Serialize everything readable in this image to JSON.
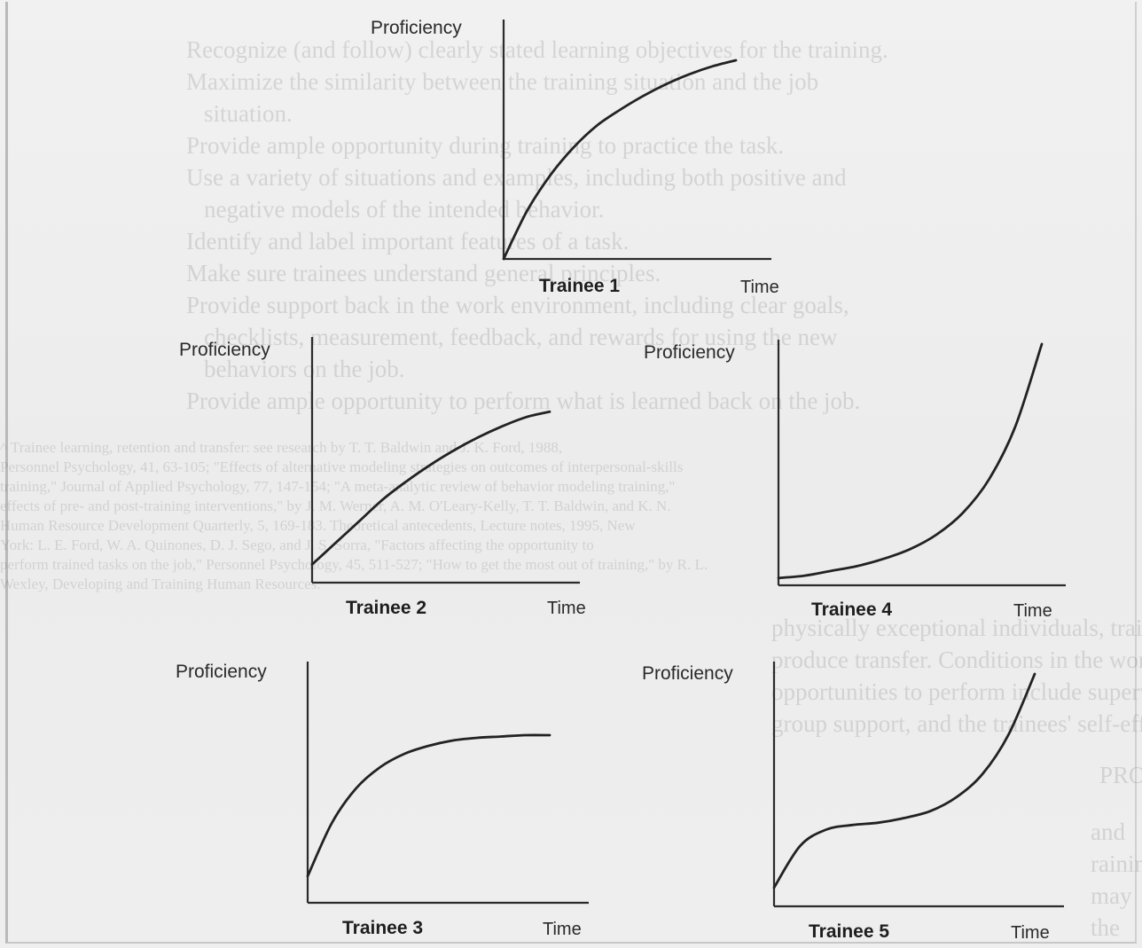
{
  "chart_data": [
    {
      "type": "line",
      "title": "Trainee 1",
      "ylabel": "Proficiency",
      "xlabel": "Time",
      "curve_shape": "concave-increasing",
      "x": [
        0,
        0.1,
        0.2,
        0.3,
        0.4,
        0.5,
        0.6,
        0.7,
        0.8,
        0.9,
        1.0
      ],
      "y": [
        0,
        0.24,
        0.42,
        0.56,
        0.67,
        0.75,
        0.82,
        0.88,
        0.93,
        0.97,
        1.0
      ]
    },
    {
      "type": "line",
      "title": "Trainee 2",
      "ylabel": "Proficiency",
      "xlabel": "Time",
      "curve_shape": "gently-concave-increasing",
      "x": [
        0,
        0.1,
        0.2,
        0.3,
        0.4,
        0.5,
        0.6,
        0.7,
        0.8,
        0.9,
        1.0
      ],
      "y": [
        0.1,
        0.22,
        0.34,
        0.46,
        0.56,
        0.65,
        0.73,
        0.8,
        0.86,
        0.91,
        0.94
      ]
    },
    {
      "type": "line",
      "title": "Trainee 3",
      "ylabel": "Proficiency",
      "xlabel": "Time",
      "curve_shape": "rapid-rise-then-plateau",
      "x": [
        0,
        0.1,
        0.2,
        0.3,
        0.4,
        0.5,
        0.6,
        0.7,
        0.8,
        0.9,
        1.0
      ],
      "y": [
        0.1,
        0.3,
        0.43,
        0.51,
        0.56,
        0.59,
        0.61,
        0.62,
        0.625,
        0.63,
        0.63
      ]
    },
    {
      "type": "line",
      "title": "Trainee 4",
      "ylabel": "Proficiency",
      "xlabel": "Time",
      "curve_shape": "convex-increasing",
      "x": [
        0,
        0.1,
        0.2,
        0.3,
        0.4,
        0.5,
        0.6,
        0.7,
        0.8,
        0.9,
        1.0
      ],
      "y": [
        0.03,
        0.04,
        0.06,
        0.08,
        0.11,
        0.15,
        0.21,
        0.3,
        0.44,
        0.66,
        1.0
      ]
    },
    {
      "type": "line",
      "title": "Trainee 5",
      "ylabel": "Proficiency",
      "xlabel": "Time",
      "curve_shape": "s-curve-rise-plateau-rise",
      "x": [
        0,
        0.1,
        0.2,
        0.3,
        0.4,
        0.5,
        0.6,
        0.7,
        0.8,
        0.9,
        1.0
      ],
      "y": [
        0.08,
        0.26,
        0.33,
        0.35,
        0.36,
        0.38,
        0.41,
        0.47,
        0.57,
        0.74,
        1.0
      ]
    }
  ]
}
